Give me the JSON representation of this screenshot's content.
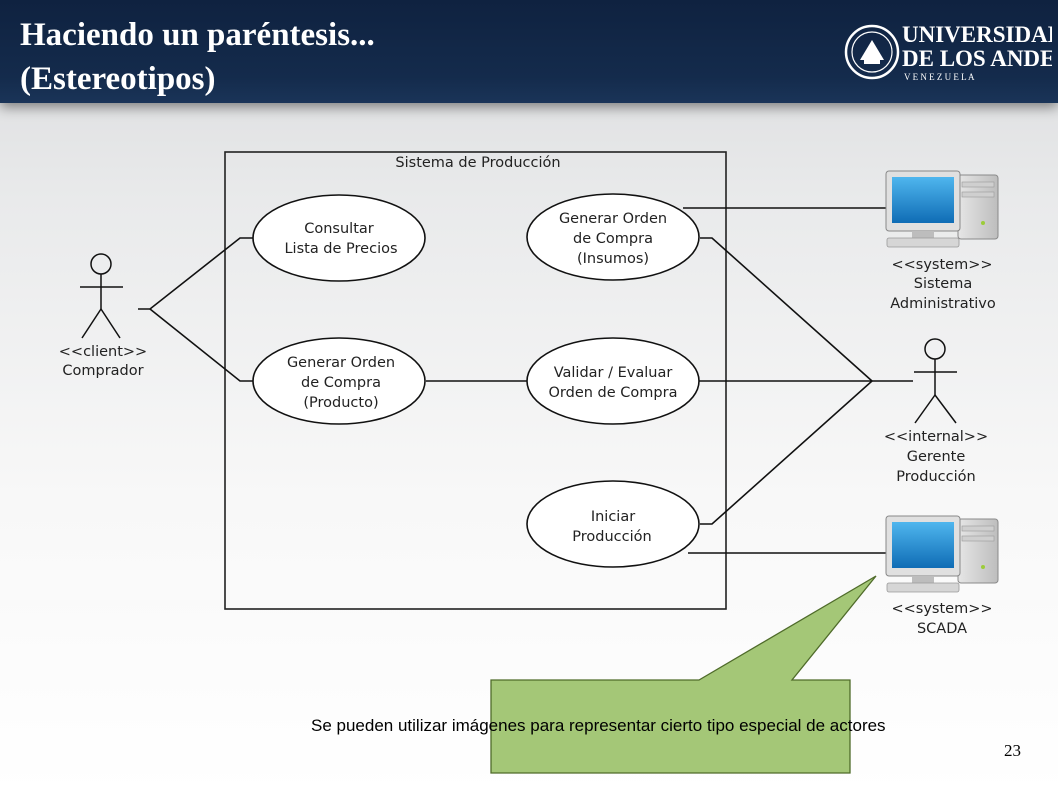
{
  "slide": {
    "title_lines": [
      "Haciendo un paréntesis...",
      "(Estereotipos)"
    ],
    "page_number": "23",
    "note": "Se pueden utilizar imágenes para representar cierto tipo especial de actores"
  },
  "logo": {
    "line1": "UNIVERSIDAD",
    "line2": "DE LOS ANDES",
    "line3": "V E N E Z U E L A"
  },
  "diagram": {
    "system_label": "Sistema de Producción",
    "use_cases": {
      "consultar": [
        "Consultar",
        "Lista de Precios"
      ],
      "orden_producto": [
        "Generar Orden",
        "de Compra",
        "(Producto)"
      ],
      "orden_insumos": [
        "Generar Orden",
        "de Compra",
        "(Insumos)"
      ],
      "validar": [
        "Validar / Evaluar",
        "Orden de Compra"
      ],
      "iniciar": [
        "Iniciar",
        "Producción"
      ]
    },
    "actors": {
      "comprador": [
        "<<client>>",
        "Comprador"
      ],
      "sistema_administrativo": [
        "<<system>>",
        "Sistema",
        "Administrativo"
      ],
      "gerente": [
        "<<internal>>",
        "Gerente",
        "Producción"
      ],
      "scada": [
        "<<system>>",
        "SCADA"
      ]
    }
  },
  "colors": {
    "header": "#142b4c",
    "callout_fill": "#a4c777",
    "monitor_screen": "#1e8fd6"
  }
}
